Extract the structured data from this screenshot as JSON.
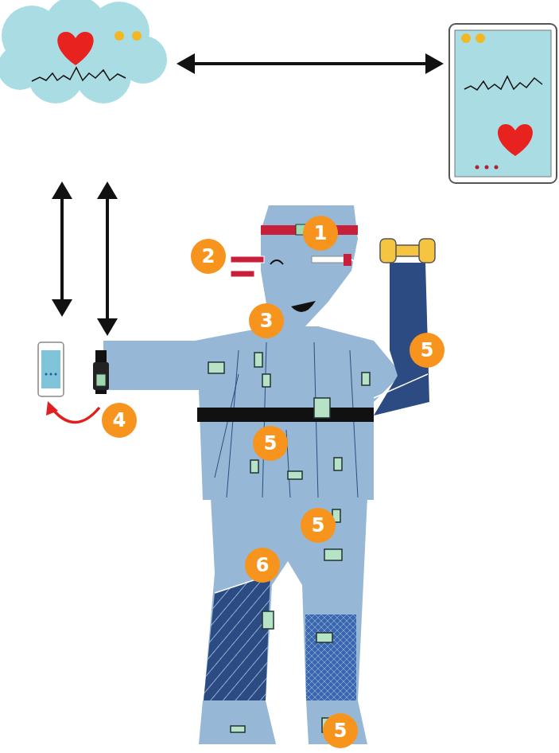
{
  "diagram": {
    "labels": [
      "1",
      "2",
      "3",
      "5",
      "4",
      "5",
      "5",
      "6",
      "5"
    ]
  }
}
